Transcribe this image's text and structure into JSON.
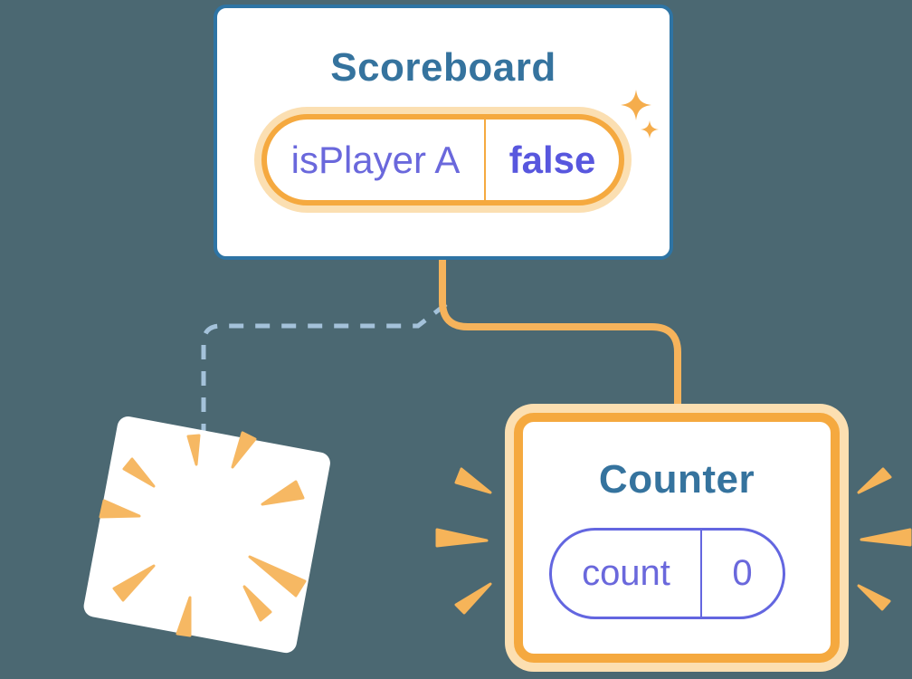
{
  "palette": {
    "background": "#4B6872",
    "card_fill": "#FFFFFF",
    "scoreboard_border_blue": "#2E74A4",
    "component_title_blue": "#35739E",
    "state_name_purple": "#6A68DC",
    "state_value_purple": "#5857DE",
    "counter_pill_purple": "#6366E0",
    "highlight_orange": "#F5A93F",
    "highlight_glow_orange": "#FBDFB2",
    "connector_orange": "#F6B35B",
    "removed_connector_blue": "#A4C2DA",
    "burst_orange": "#F6B863",
    "sparkle_orange": "#F5AD4C"
  },
  "scoreboard_card": {
    "title": "Scoreboard",
    "state_pill": {
      "name": "isPlayer A",
      "value": "false"
    }
  },
  "counter_card": {
    "title": "Counter",
    "state_pill": {
      "name": "count",
      "value": "0"
    }
  },
  "destroyed_card": {
    "icon": "poof-burst-icon"
  },
  "connectors": {
    "kept_branch": "solid-orange-line-scoreboard-to-counter",
    "removed_branch": "dashed-blue-line-scoreboard-to-destroyed-card"
  },
  "decorations": {
    "sparkles": "sparkle-icons-top-right-of-scoreboard-pill",
    "emphasis": "emphasis-marks-left-and-right-of-counter-card"
  }
}
